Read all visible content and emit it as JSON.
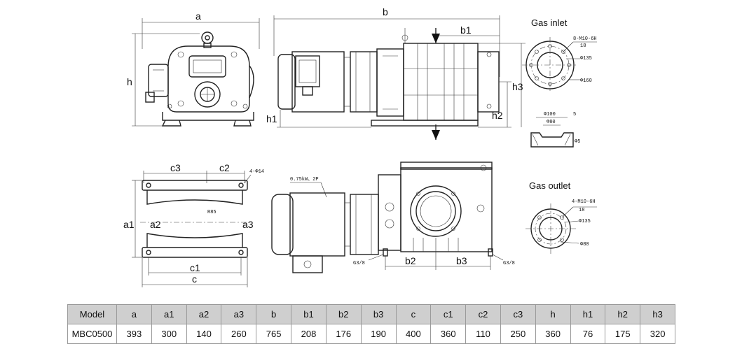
{
  "dimension_labels": {
    "a": "a",
    "b": "b",
    "b1": "b1",
    "h": "h",
    "h1": "h1",
    "h2": "h2",
    "h3": "h3",
    "c3": "c3",
    "c2": "c2",
    "a1": "a1",
    "a2": "a2",
    "a3": "a3",
    "c1": "c1",
    "c": "c",
    "b2": "b2",
    "b3": "b3"
  },
  "annotations": {
    "holes_base": "4-Φ14",
    "radius": "R85",
    "motor": "0.75kW、2P",
    "port_left": "G3/8",
    "port_right": "G3/8"
  },
  "gas_inlet": {
    "title": "Gas inlet",
    "bolt_spec": "8-M10-6H",
    "bolt_depth": "18",
    "pcd": "Φ135",
    "outer": "Φ160",
    "bore_top": "Φ100",
    "bore_top_depth": "5",
    "bore_inner": "Φ80",
    "side_mark": "Φ5"
  },
  "gas_outlet": {
    "title": "Gas outlet",
    "bolt_spec": "4-M10-6H",
    "bolt_depth": "18",
    "pcd": "Φ135",
    "bore": "Φ80"
  },
  "table": {
    "headers": [
      "Model",
      "a",
      "a1",
      "a2",
      "a3",
      "b",
      "b1",
      "b2",
      "b3",
      "c",
      "c1",
      "c2",
      "c3",
      "h",
      "h1",
      "h2",
      "h3"
    ],
    "rows": [
      [
        "MBC0500",
        "393",
        "300",
        "140",
        "260",
        "765",
        "208",
        "176",
        "190",
        "400",
        "360",
        "110",
        "250",
        "360",
        "76",
        "175",
        "320"
      ]
    ]
  }
}
